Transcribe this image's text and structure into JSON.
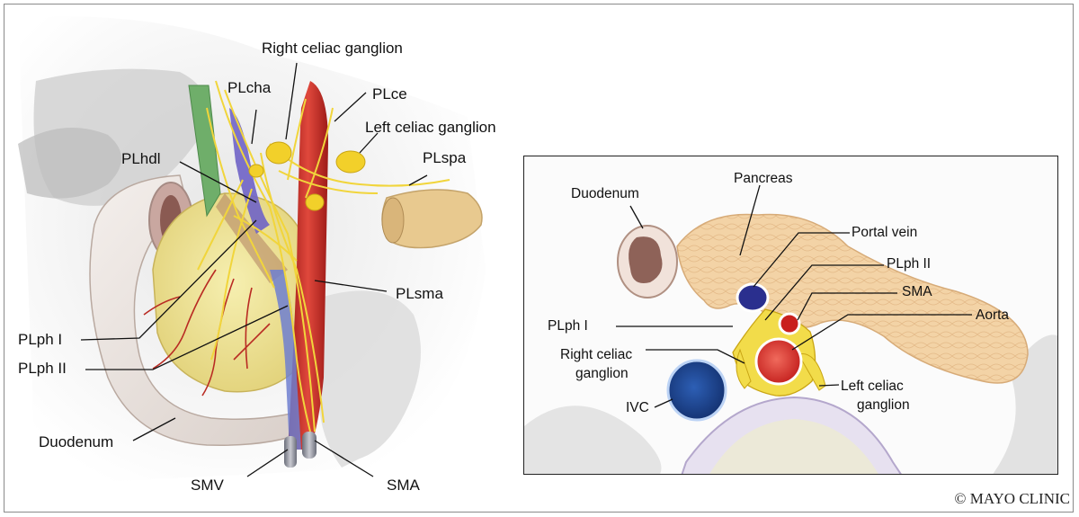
{
  "left_panel": {
    "labels": {
      "right_celiac_ganglion": "Right celiac ganglion",
      "plcha": "PLcha",
      "plce": "PLce",
      "left_celiac_ganglion": "Left celiac ganglion",
      "plhdl": "PLhdl",
      "plspa": "PLspa",
      "plsma": "PLsma",
      "plph_1": "PLph I",
      "plph_2": "PLph II",
      "duodenum": "Duodenum",
      "smv": "SMV",
      "sma": "SMA"
    }
  },
  "inset_panel": {
    "labels": {
      "duodenum": "Duodenum",
      "pancreas": "Pancreas",
      "portal_vein": "Portal vein",
      "plph_2": "PLph II",
      "sma": "SMA",
      "aorta": "Aorta",
      "plph_1": "PLph I",
      "right_celiac_ganglion_l1": "Right celiac",
      "right_celiac_ganglion_l2": "ganglion",
      "ivc": "IVC",
      "left_celiac_ganglion_l1": "Left celiac",
      "left_celiac_ganglion_l2": "ganglion"
    }
  },
  "copyright": "© MAYO CLINIC",
  "colors": {
    "nerve": "#f1d53b",
    "artery": "#d62d26",
    "vein": "#1d3f8c",
    "pancreas": "#f3d3a6",
    "duodenum": "#f1e2da",
    "bile_duct": "#6fae6a",
    "portal_vein_blue": "#6f63c7"
  }
}
